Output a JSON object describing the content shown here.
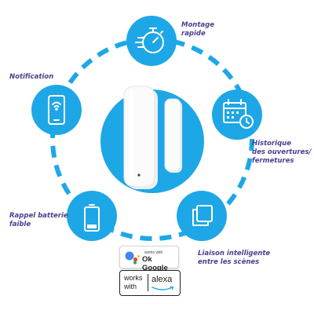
{
  "features": {
    "montage": {
      "line1": "Montage",
      "line2": "rapide"
    },
    "notification": {
      "line1": "Notification"
    },
    "historique": {
      "line1": "Historique",
      "line2": "des ouvertures/",
      "line3": "fermetures"
    },
    "rappel": {
      "line1": "Rappel batterie",
      "line2": "faible"
    },
    "liaison": {
      "line1": "Liaison intelligente",
      "line2": "entre les scènes"
    }
  },
  "badges": {
    "google": {
      "small": "works with",
      "big": "Ok Google"
    },
    "alexa": {
      "left_line1": "works",
      "left_line2": "with",
      "word": "alexa"
    }
  },
  "icons": [
    "stopwatch-icon",
    "smartphone-wifi-icon",
    "calendar-clock-icon",
    "battery-low-icon",
    "scenes-icon",
    "door-sensor-image"
  ],
  "colors": {
    "accent": "#1ea7e6",
    "label": "#4a3f8f",
    "sensor": "#f6f7f8"
  }
}
